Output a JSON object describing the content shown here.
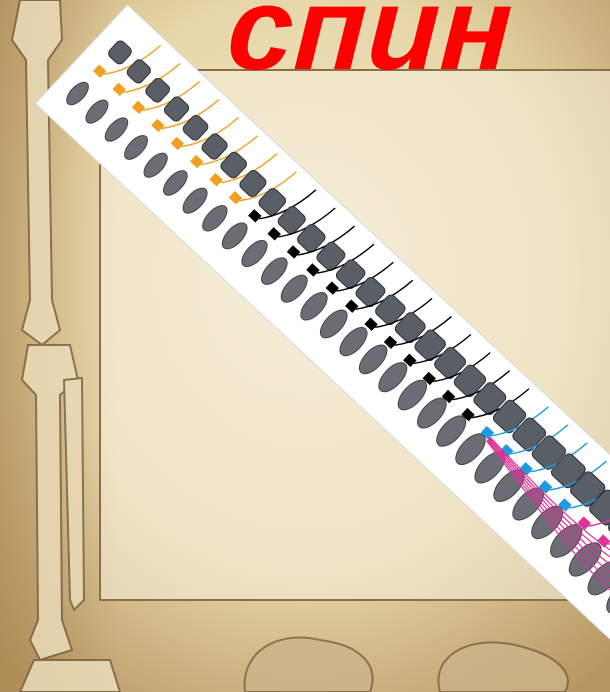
{
  "title": "спин",
  "colors": {
    "background_light": "#f2e6c0",
    "background_mid": "#dcc58d",
    "background_dark": "#9c7a45",
    "title": "#ff0000",
    "strip": "#ffffff",
    "vertebra": "#5a5e66",
    "cervical_nerve": "#f0a020",
    "thoracic_nerve": "#000000",
    "lumbar_nerve": "#1e9be0",
    "sacral_nerve": "#e0309a"
  },
  "icons": [
    "skeleton-leg-illustration",
    "spine-with-nerves-diagram",
    "skull-silhouette-icon"
  ]
}
